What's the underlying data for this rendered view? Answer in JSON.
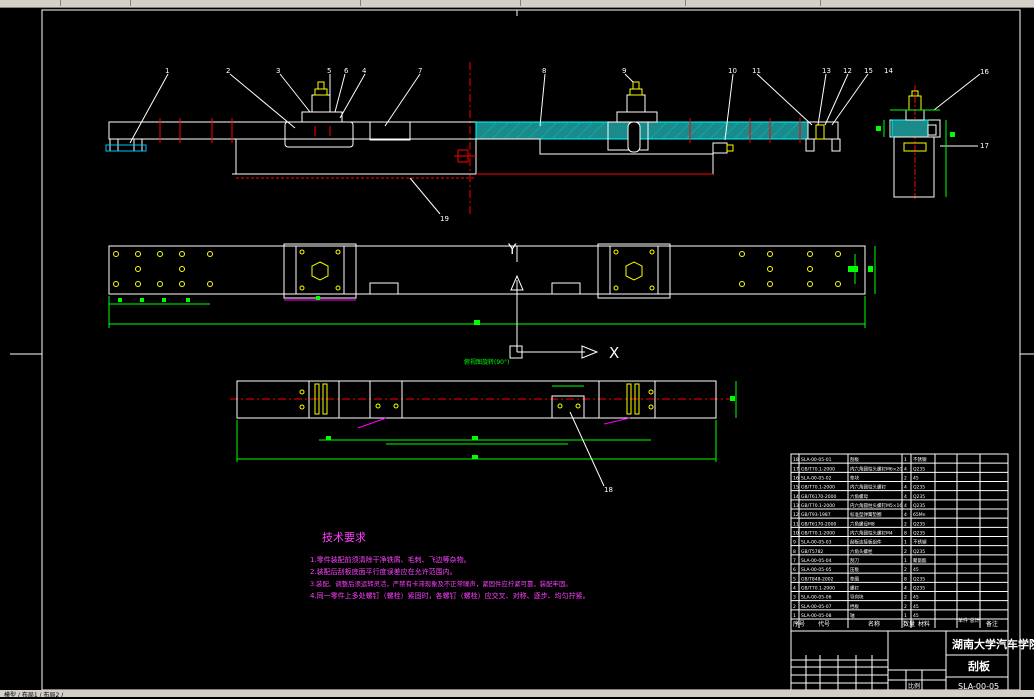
{
  "title_block": {
    "school": "湖南大学汽车学院",
    "drawing_name": "刮板",
    "drawing_code": "SLA-00-05",
    "header_seq": "序号",
    "header_code": "代号",
    "header_name": "名称",
    "header_qty": "数量",
    "header_material": "材料",
    "header_weight": "单件 总计",
    "header_remark": "备注",
    "ratio_label": "比例"
  },
  "parts_rows": [
    {
      "code": "SLA-00-05-01",
      "name": "刮板",
      "qty": "1",
      "mat": "不锈钢"
    },
    {
      "code": "GB/T70.1-2000",
      "name": "内六角圆柱头螺钉M6×20",
      "qty": "4",
      "mat": "Q235"
    },
    {
      "code": "SLA-00-05-02",
      "name": "垫块",
      "qty": "2",
      "mat": "45"
    },
    {
      "code": "GB/T70.1-2000",
      "name": "内六角圆柱头螺钉",
      "qty": "4",
      "mat": "Q235"
    },
    {
      "code": "GB/T6170-2000",
      "name": "六角螺母",
      "qty": "4",
      "mat": "Q235"
    },
    {
      "code": "GB/T70.1-2000",
      "name": "内六角圆柱头螺钉M5×16",
      "qty": "4",
      "mat": "Q235"
    },
    {
      "code": "GB/T93-1987",
      "name": "标准型弹簧垫圈",
      "qty": "4",
      "mat": "65Mn"
    },
    {
      "code": "GB/T6170-2000",
      "name": "六角螺母M8",
      "qty": "2",
      "mat": "Q235"
    },
    {
      "code": "GB/T70.1-2000",
      "name": "内六角圆柱头螺钉M4",
      "qty": "8",
      "mat": "Q235"
    },
    {
      "code": "SLA-00-05-03",
      "name": "刮板连接板组件",
      "qty": "1",
      "mat": "不锈钢"
    },
    {
      "code": "GB/T5782",
      "name": "六角头螺栓",
      "qty": "2",
      "mat": "Q235"
    },
    {
      "code": "SLA-00-05-04",
      "name": "刮刀",
      "qty": "1",
      "mat": "聚氨酯"
    },
    {
      "code": "SLA-00-05-05",
      "name": "压板",
      "qty": "2",
      "mat": "45"
    },
    {
      "code": "GB/T848-2002",
      "name": "垫圈",
      "qty": "8",
      "mat": "Q235"
    },
    {
      "code": "GB/T70.1-2000",
      "name": "螺钉",
      "qty": "4",
      "mat": "Q235"
    },
    {
      "code": "SLA-00-05-06",
      "name": "导向块",
      "qty": "2",
      "mat": "45"
    },
    {
      "code": "SLA-00-05-07",
      "name": "挡板",
      "qty": "2",
      "mat": "45"
    },
    {
      "code": "SLA-00-05-08",
      "name": "轴",
      "qty": "1",
      "mat": "45"
    }
  ],
  "tech_requirements": {
    "heading": "技术要求",
    "items": [
      "1.零件装配前须清除干净铁屑、毛刺、飞边等杂物。",
      "2.装配后刮板底面平行度误差应在允许范围内。",
      "3.装配、调整后须运转灵活，严禁有卡滞现象及不正常噪声，紧固件应拧紧可靠，装配牢固。",
      "4.同一零件上多处螺钉（螺栓）紧固时，各螺钉（螺栓）应交叉、对称、逐步、均匀拧紧。"
    ]
  },
  "part_numbers": [
    "1",
    "2",
    "3",
    "4",
    "5",
    "6",
    "7",
    "8",
    "9",
    "10",
    "11",
    "12",
    "13",
    "14",
    "15",
    "16",
    "17",
    "18",
    "19"
  ],
  "axis": {
    "x": "X",
    "y": "Y"
  },
  "ucs_label": "俯视图旋转(90°)",
  "bottom_status": "模型 / 布局1 / 布局2 /"
}
